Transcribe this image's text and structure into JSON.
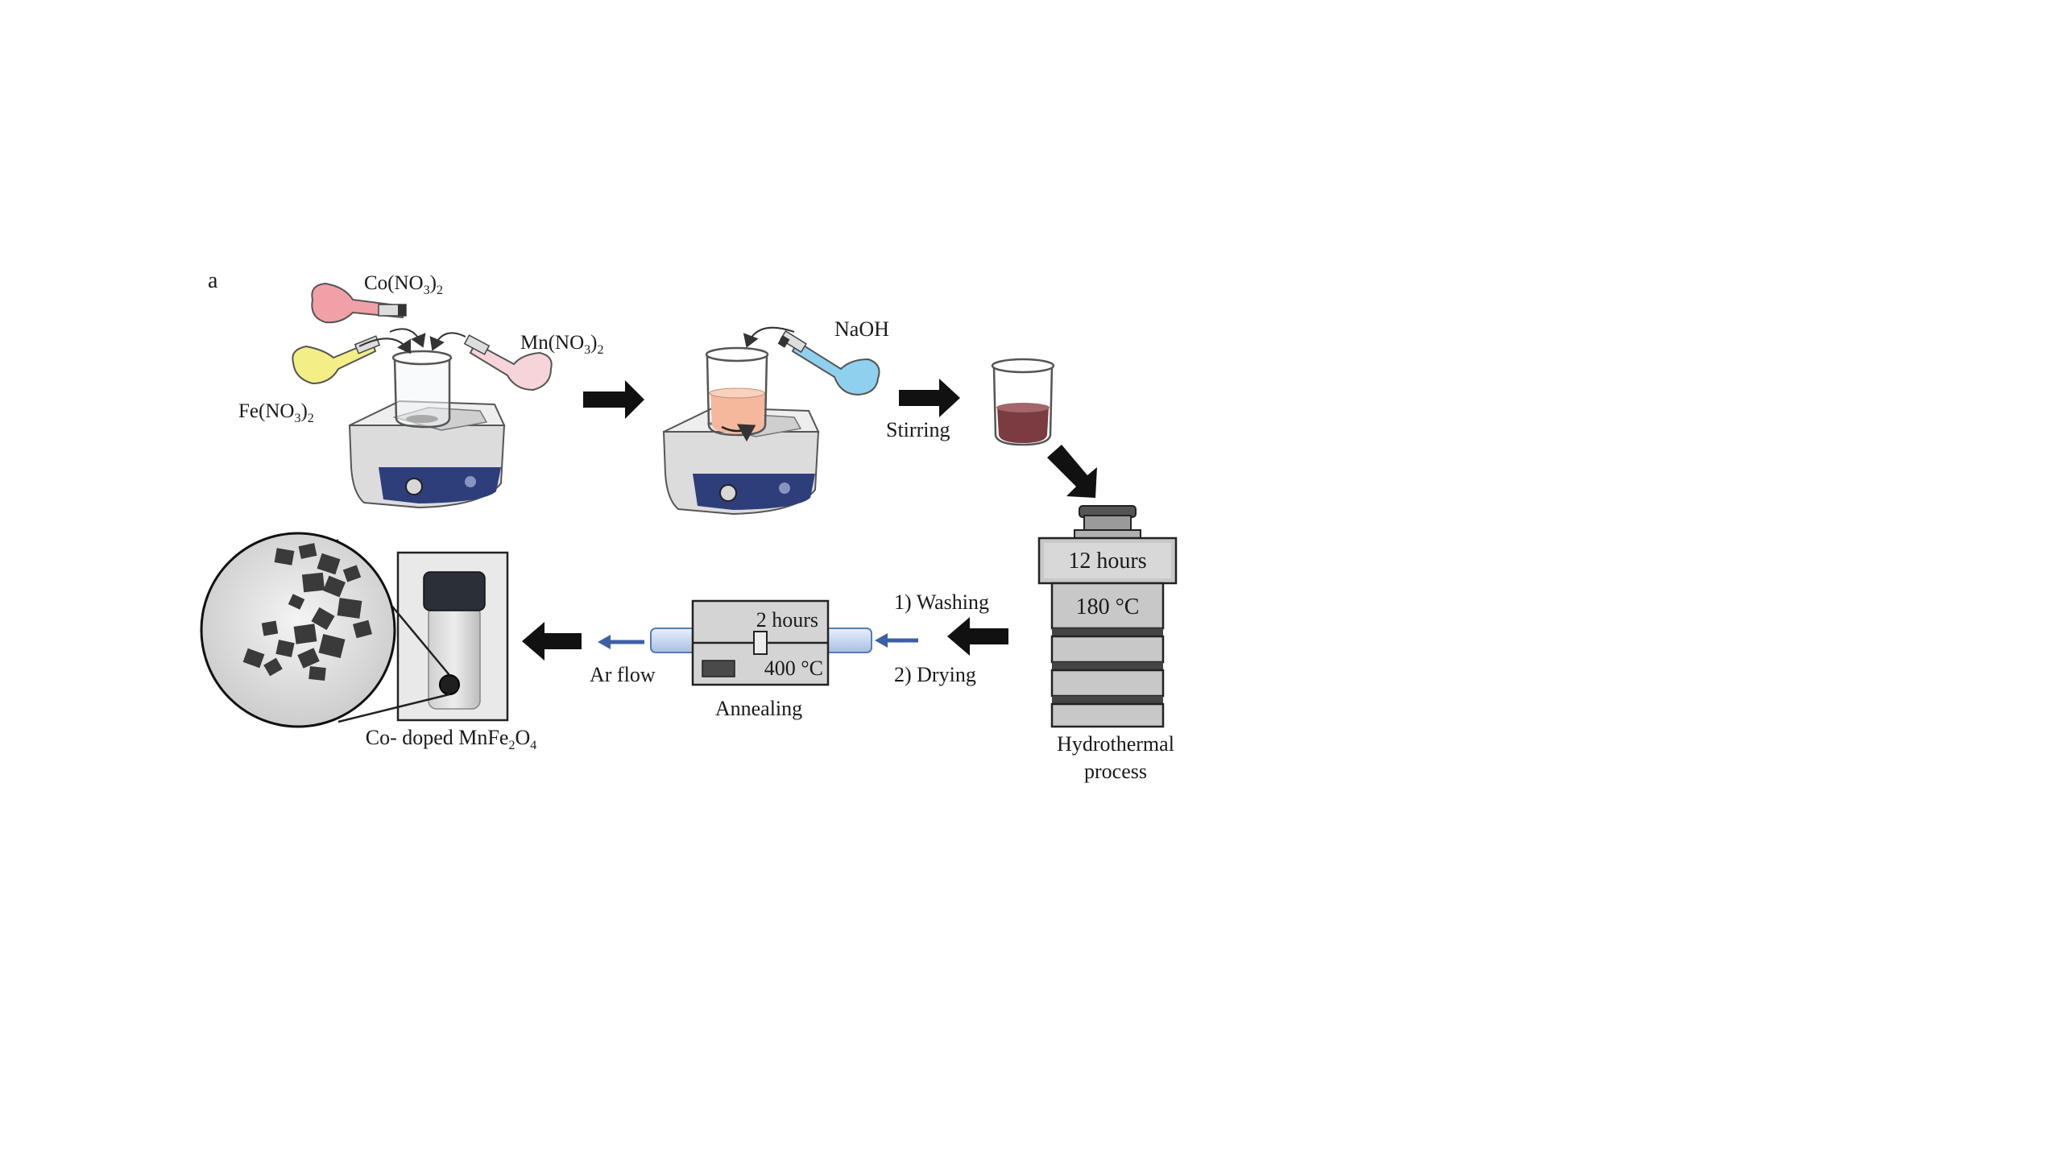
{
  "panel_label": "a",
  "reagents": {
    "co": {
      "base": "Co(NO",
      "sub1": "3",
      "mid": ")",
      "sub2": "2"
    },
    "mn": {
      "base": "Mn(NO",
      "sub1": "3",
      "mid": ")",
      "sub2": "2"
    },
    "fe": {
      "base": "Fe(NO",
      "sub1": "3",
      "mid": ")",
      "sub2": "2"
    },
    "naoh": "NaOH"
  },
  "steps": {
    "stirring": "Stirring",
    "autoclave_time": "12 hours",
    "autoclave_temp": "180 °C",
    "hydrothermal_line1": "Hydrothermal",
    "hydrothermal_line2": "process",
    "washing": "1) Washing",
    "drying": "2) Drying",
    "furnace_time": "2 hours",
    "furnace_temp": "400 °C",
    "annealing": "Annealing",
    "ar_flow": "Ar flow"
  },
  "product": {
    "prefix": "Co- doped MnFe",
    "sub1": "2",
    "mid": "O",
    "sub2": "4"
  },
  "colors": {
    "flask_red": "#f2a0a8",
    "flask_yellow": "#f4ee86",
    "flask_pink": "#f6d4da",
    "flask_blue": "#8fd0ef",
    "solution_orange": "#f5b89c",
    "solution_brown": "#7a3c40",
    "flow_arrow": "#3d5fa8",
    "autoclave_gray": "#c8c8c8"
  }
}
